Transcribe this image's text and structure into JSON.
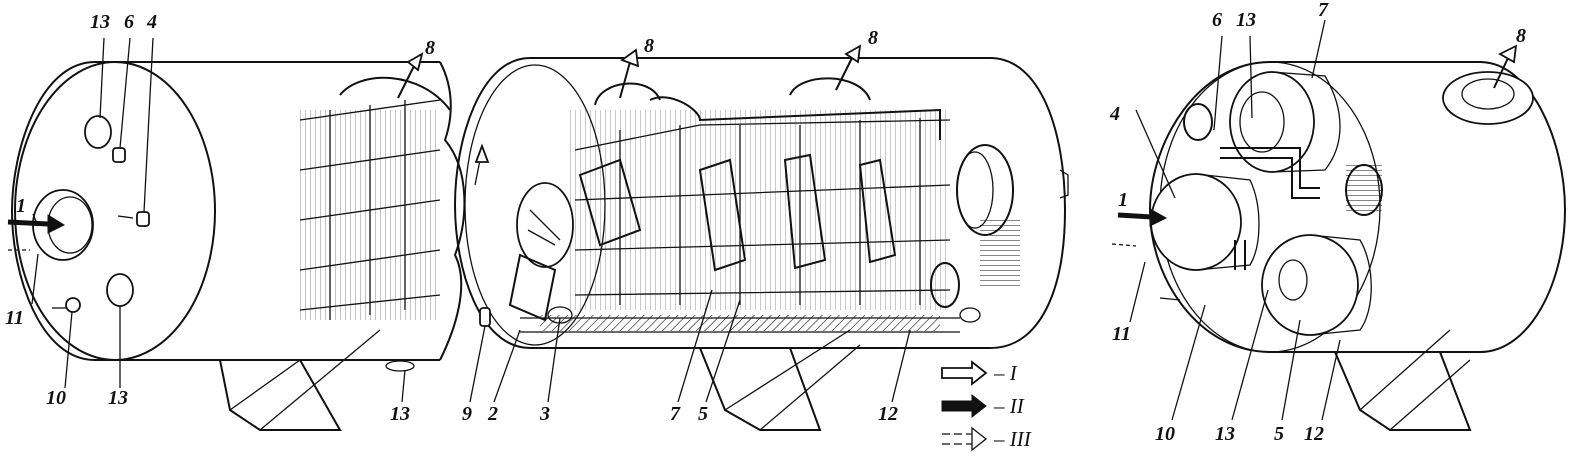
{
  "callouts": [
    {
      "id": "left-13-top",
      "text": "13"
    },
    {
      "id": "left-6",
      "text": "6"
    },
    {
      "id": "left-4",
      "text": "4"
    },
    {
      "id": "left-8",
      "text": "8"
    },
    {
      "id": "left-1",
      "text": "1"
    },
    {
      "id": "left-11",
      "text": "11"
    },
    {
      "id": "left-10",
      "text": "10"
    },
    {
      "id": "left-13-bottom",
      "text": "13"
    },
    {
      "id": "mid-13",
      "text": "13"
    },
    {
      "id": "mid-9",
      "text": "9"
    },
    {
      "id": "mid-2",
      "text": "2"
    },
    {
      "id": "mid-3",
      "text": "3"
    },
    {
      "id": "mid-7",
      "text": "7"
    },
    {
      "id": "mid-5",
      "text": "5"
    },
    {
      "id": "mid-12",
      "text": "12"
    },
    {
      "id": "mid-8-left",
      "text": "8"
    },
    {
      "id": "mid-8-right",
      "text": "8"
    },
    {
      "id": "right-6",
      "text": "6"
    },
    {
      "id": "right-13-top",
      "text": "13"
    },
    {
      "id": "right-7",
      "text": "7"
    },
    {
      "id": "right-8",
      "text": "8"
    },
    {
      "id": "right-4",
      "text": "4"
    },
    {
      "id": "right-1",
      "text": "1"
    },
    {
      "id": "right-11",
      "text": "11"
    },
    {
      "id": "right-10",
      "text": "10"
    },
    {
      "id": "right-13-bottom",
      "text": "13"
    },
    {
      "id": "right-5",
      "text": "5"
    },
    {
      "id": "right-12",
      "text": "12"
    }
  ],
  "legend": [
    {
      "arrow": "hollow",
      "text": "– I"
    },
    {
      "arrow": "solid",
      "text": "– II"
    },
    {
      "arrow": "dashed",
      "text": "– III"
    }
  ],
  "colors": {
    "ink": "#111111",
    "paper": "#ffffff"
  }
}
